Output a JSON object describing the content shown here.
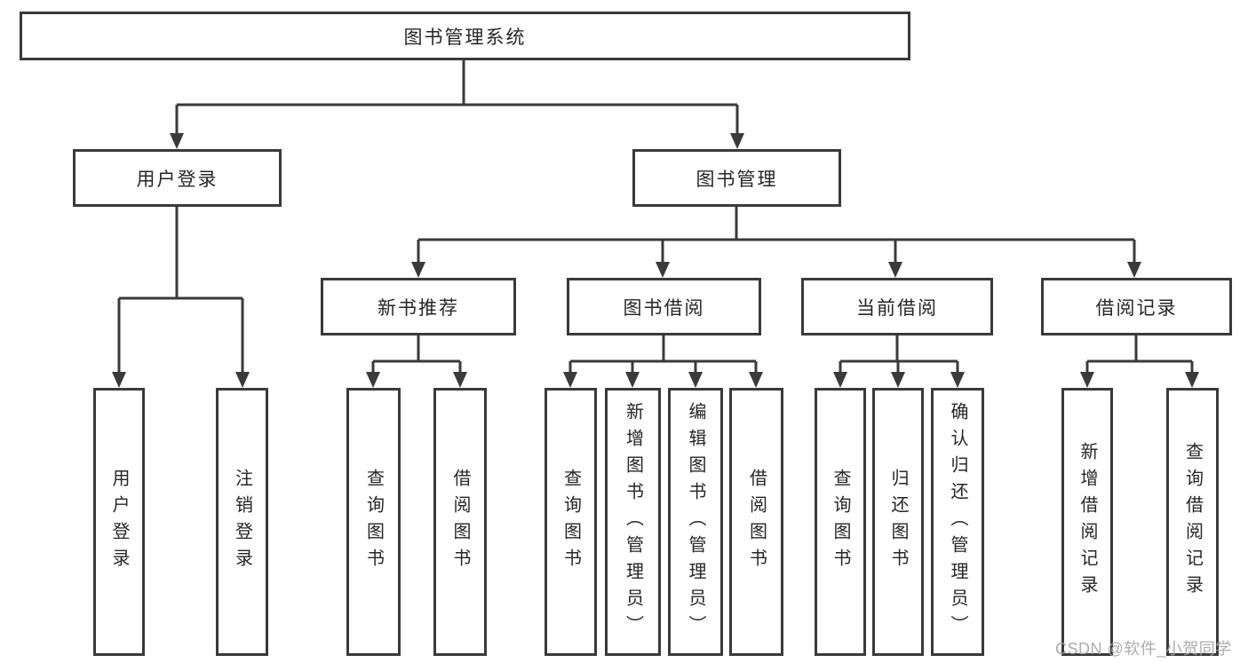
{
  "nodes": {
    "root": "图书管理系统",
    "user_login": "用户登录",
    "book_management": "图书管理",
    "new_book_recommend": "新书推荐",
    "book_borrow": "图书借阅",
    "current_borrow": "当前借阅",
    "borrow_record": "借阅记录",
    "user_login_children": [
      "用户登录",
      "注销登录"
    ],
    "new_book_recommend_children": [
      "查询图书",
      "借阅图书"
    ],
    "book_borrow_children": [
      "查询图书",
      "新增图书（管理员）",
      "编辑图书（管理员）",
      "借阅图书"
    ],
    "current_borrow_children": [
      "查询图书",
      "归还图书",
      "确认归还（管理员）"
    ],
    "borrow_record_children": [
      "新增借阅记录",
      "查询借阅记录"
    ]
  },
  "watermark": "CSDN @软件_小贺同学",
  "colors": {
    "line": "#3a3a3a",
    "border": "#3a3a3a",
    "text": "#262626",
    "background": "#ffffff",
    "watermark": "#a5a5a5"
  }
}
